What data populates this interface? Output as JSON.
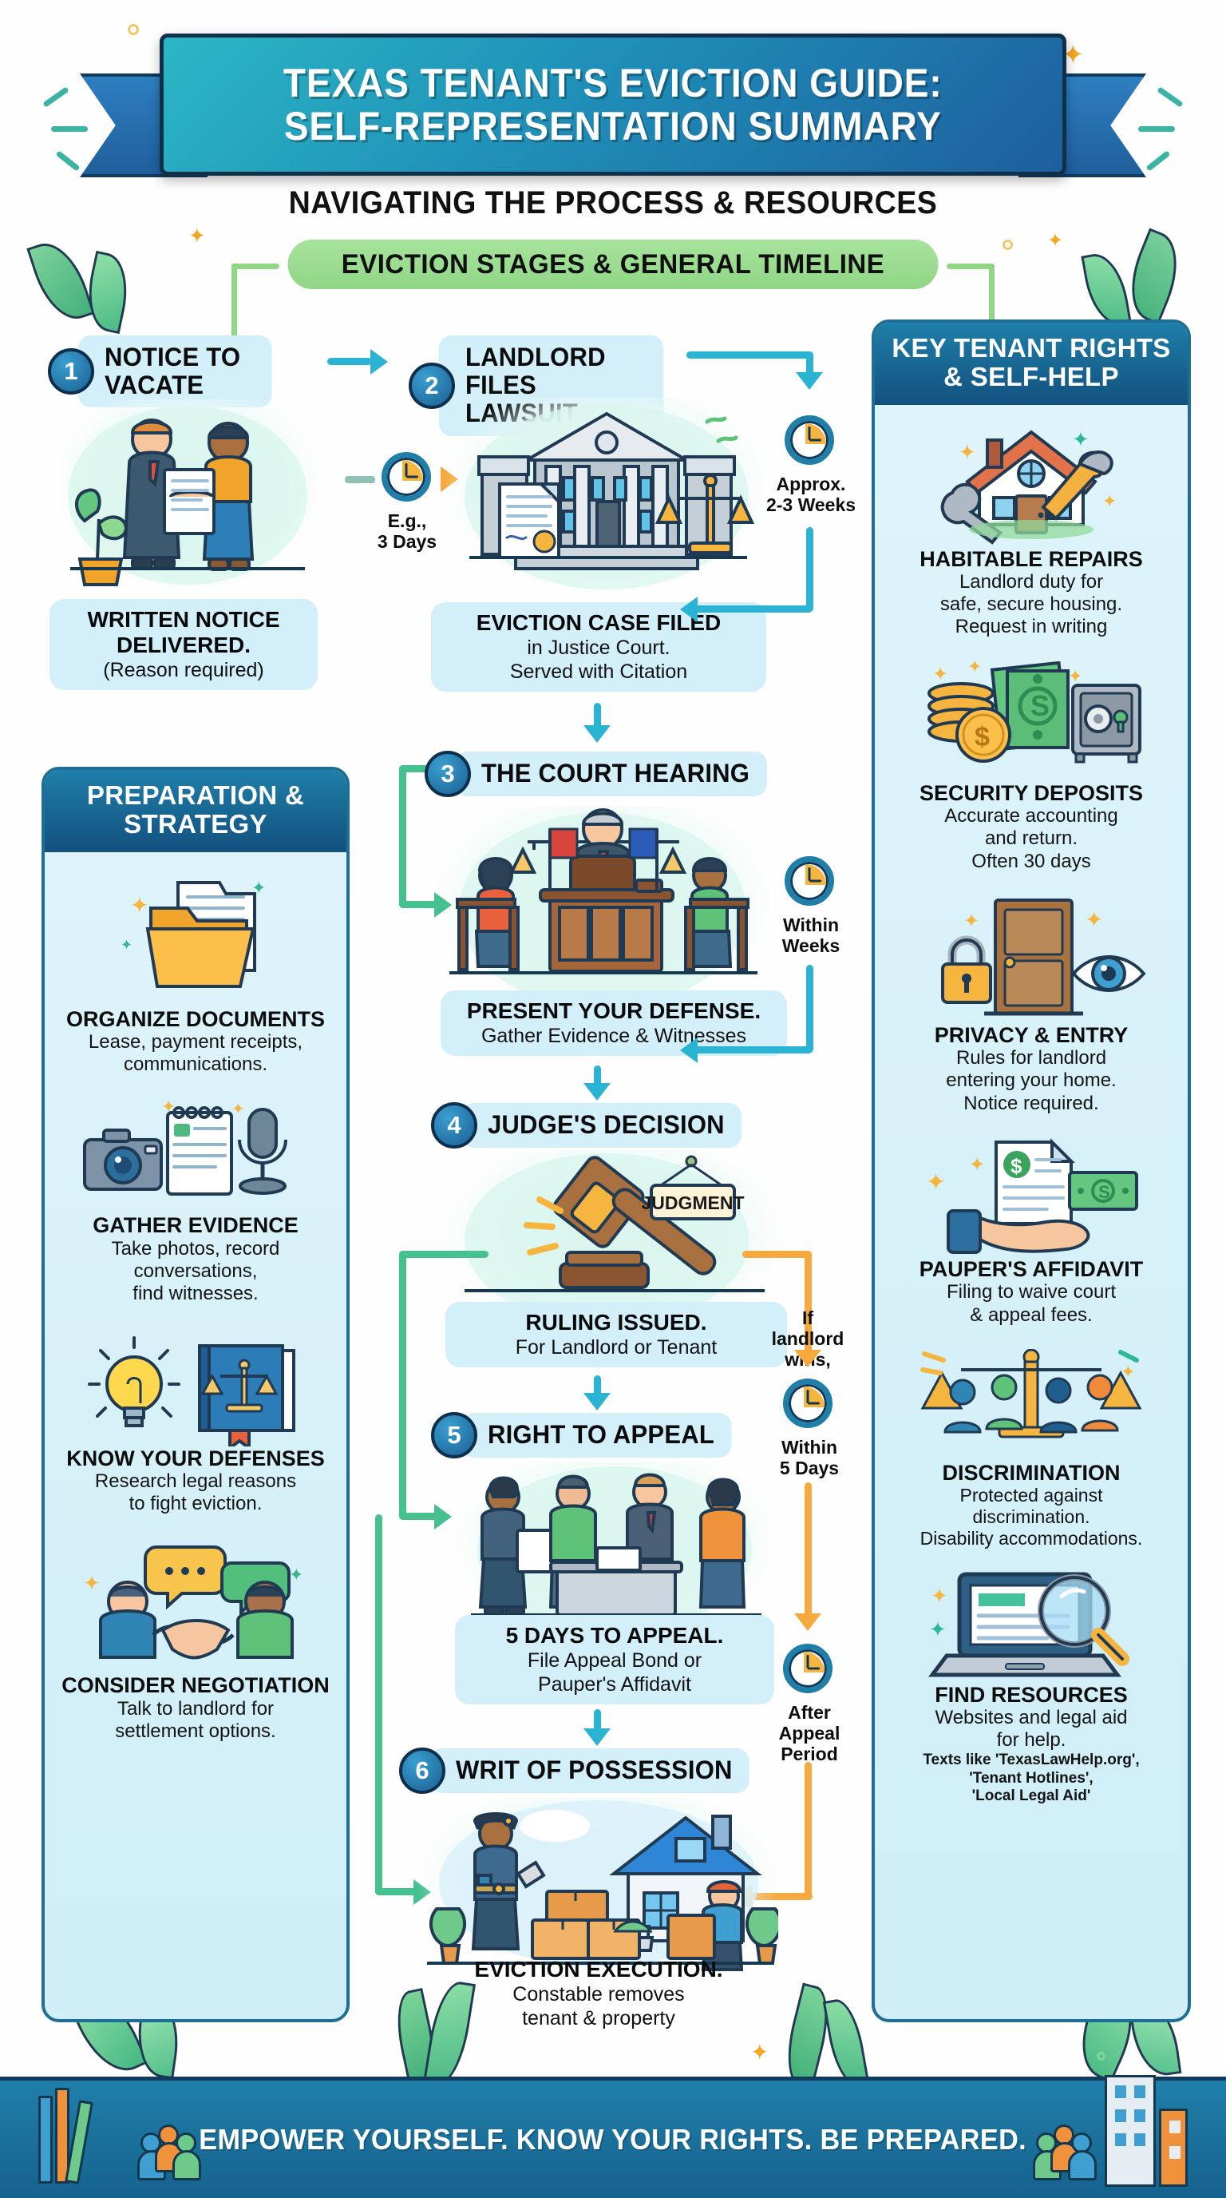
{
  "header": {
    "title_line1": "TEXAS TENANT'S EVICTION GUIDE:",
    "title_line2": "SELF-REPRESENTATION SUMMARY",
    "subtitle": "NAVIGATING THE PROCESS & RESOURCES",
    "section_banner": "EVICTION STAGES & GENERAL TIMELINE"
  },
  "steps": [
    {
      "number": "1",
      "title": "NOTICE TO VACATE",
      "caption_big": "WRITTEN NOTICE DELIVERED.",
      "caption_small": "(Reason required)"
    },
    {
      "number": "2",
      "title": "LANDLORD FILES LAWSUIT",
      "caption_big": "EVICTION CASE FILED",
      "caption_small": "in Justice Court.\nServed with Citation"
    },
    {
      "number": "3",
      "title": "THE COURT HEARING",
      "caption_big": "PRESENT YOUR DEFENSE.",
      "caption_small": "Gather Evidence & Witnesses"
    },
    {
      "number": "4",
      "title": "JUDGE'S DECISION",
      "caption_big": "RULING ISSUED.",
      "caption_small": "For Landlord or Tenant",
      "placard": "JUDGMENT"
    },
    {
      "number": "5",
      "title": "RIGHT TO APPEAL",
      "caption_big": "5 DAYS TO APPEAL.",
      "caption_small": "File Appeal Bond or\nPauper's Affidavit"
    },
    {
      "number": "6",
      "title": "WRIT OF POSSESSION",
      "caption_big": "EVICTION EXECUTION.",
      "caption_small": "Constable removes\ntenant & property"
    }
  ],
  "timeline": [
    {
      "id": "t1",
      "label": "E.g.,\n3 Days"
    },
    {
      "id": "t2",
      "label": "Approx.\n2-3 Weeks"
    },
    {
      "id": "t3",
      "label": "Within\nWeeks"
    },
    {
      "id": "t4",
      "label": "If\nlandlord\nwins,"
    },
    {
      "id": "t5",
      "label": "Within\n5 Days"
    },
    {
      "id": "t6",
      "label": "After\nAppeal\nPeriod"
    }
  ],
  "left_panel": {
    "heading": "PREPARATION & STRATEGY",
    "items": [
      {
        "title": "ORGANIZE DOCUMENTS",
        "body": "Lease, payment receipts,\ncommunications.",
        "icon": "folder-documents-icon"
      },
      {
        "title": "GATHER EVIDENCE",
        "body": "Take photos, record\nconversations,\nfind witnesses.",
        "icon": "camera-notepad-microphone-icon"
      },
      {
        "title": "KNOW YOUR DEFENSES",
        "body": "Research legal reasons\nto fight eviction.",
        "icon": "lightbulb-lawbook-icon"
      },
      {
        "title": "CONSIDER NEGOTIATION",
        "body": "Talk to landlord for\nsettlement options.",
        "icon": "handshake-speech-bubbles-icon"
      }
    ]
  },
  "right_panel": {
    "heading": "KEY TENANT RIGHTS & SELF-HELP",
    "items": [
      {
        "title": "HABITABLE REPAIRS",
        "body": "Landlord duty for\nsafe, secure housing.\nRequest in writing",
        "icon": "house-wrench-hammer-icon"
      },
      {
        "title": "SECURITY DEPOSITS",
        "body": "Accurate accounting\nand return.\nOften 30 days",
        "icon": "money-coins-safe-icon"
      },
      {
        "title": "PRIVACY & ENTRY",
        "body": "Rules for landlord\nentering your home.\nNotice required.",
        "icon": "door-lock-eye-icon"
      },
      {
        "title": "PAUPER'S AFFIDAVIT",
        "body": "Filing to waive court\n& appeal fees.",
        "icon": "hand-document-money-icon"
      },
      {
        "title": "DISCRIMINATION",
        "body": "Protected against\ndiscrimination.\nDisability accommodations.",
        "icon": "scales-people-icon"
      },
      {
        "title": "FIND RESOURCES",
        "body": "Websites and legal aid\nfor help.",
        "fineprint": "Texts like 'TexasLawHelp.org',\n'Tenant Hotlines',\n'Local Legal Aid'",
        "icon": "laptop-magnifier-icon"
      }
    ]
  },
  "footer": {
    "text": "EMPOWER YOURSELF. KNOW YOUR RIGHTS. BE PREPARED."
  },
  "colors": {
    "brand_blue": "#1f7fa8",
    "deep_blue": "#12507f",
    "accent_cyan": "#2bb3d4",
    "accent_green": "#45c08f",
    "accent_orange": "#f5a93f",
    "panel_bg": "#dff4fa",
    "caption_bg": "#d3effa",
    "banner_green": "#8fd685"
  }
}
